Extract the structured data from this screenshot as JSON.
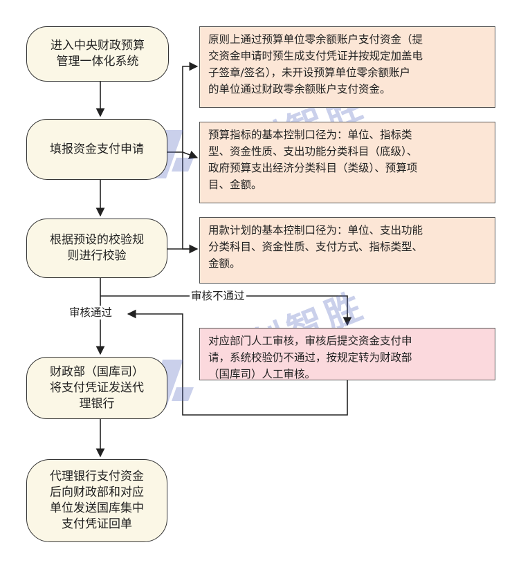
{
  "nodes": {
    "enter_system": "进入中央财政预算\n管理一体化系统",
    "fill_application": "填报资金支付申请",
    "validate": "根据预设的校验规\n则进行校验",
    "send_voucher": "财政部（国库司）\n将支付凭证发送代\n理银行",
    "bank_pays": "代理银行支付资金\n后向财政部和对应\n单位发送国库集中\n支付凭证回单"
  },
  "notes": {
    "account_rule": "原则上通过预算单位零余额账户支付资金（提\n交资金申请时预生成支付凭证并按规定加盖电\n子签章/签名），未开设预算单位零余额账户\n的单位通过财政零余额账户支付资金。",
    "indicator_control": "预算指标的基本控制口径为：单位、指标类\n型、资金性质、支出功能分类科目（底级）、\n政府预算支出经济分类科目（类级）、预算项\n目、金额。",
    "plan_control": "用款计划的基本控制口径为：单位、支出功能\n分类科目、资金性质、支付方式、指标类型、\n金额。",
    "manual_review": "对应部门人工审核，审核后提交资金支付申\n请，系统校验仍不通过，按规定转为财政部\n（国库司）人工审核。"
  },
  "labels": {
    "fail": "审核不通过",
    "pass": "审核通过"
  },
  "watermark": {
    "text": "讯创智胜"
  },
  "colors": {
    "node_fill": "#fbf7e6",
    "note_fill": "#fce6d6",
    "review_fill": "#fbd9dd",
    "watermark": "#5064be"
  }
}
